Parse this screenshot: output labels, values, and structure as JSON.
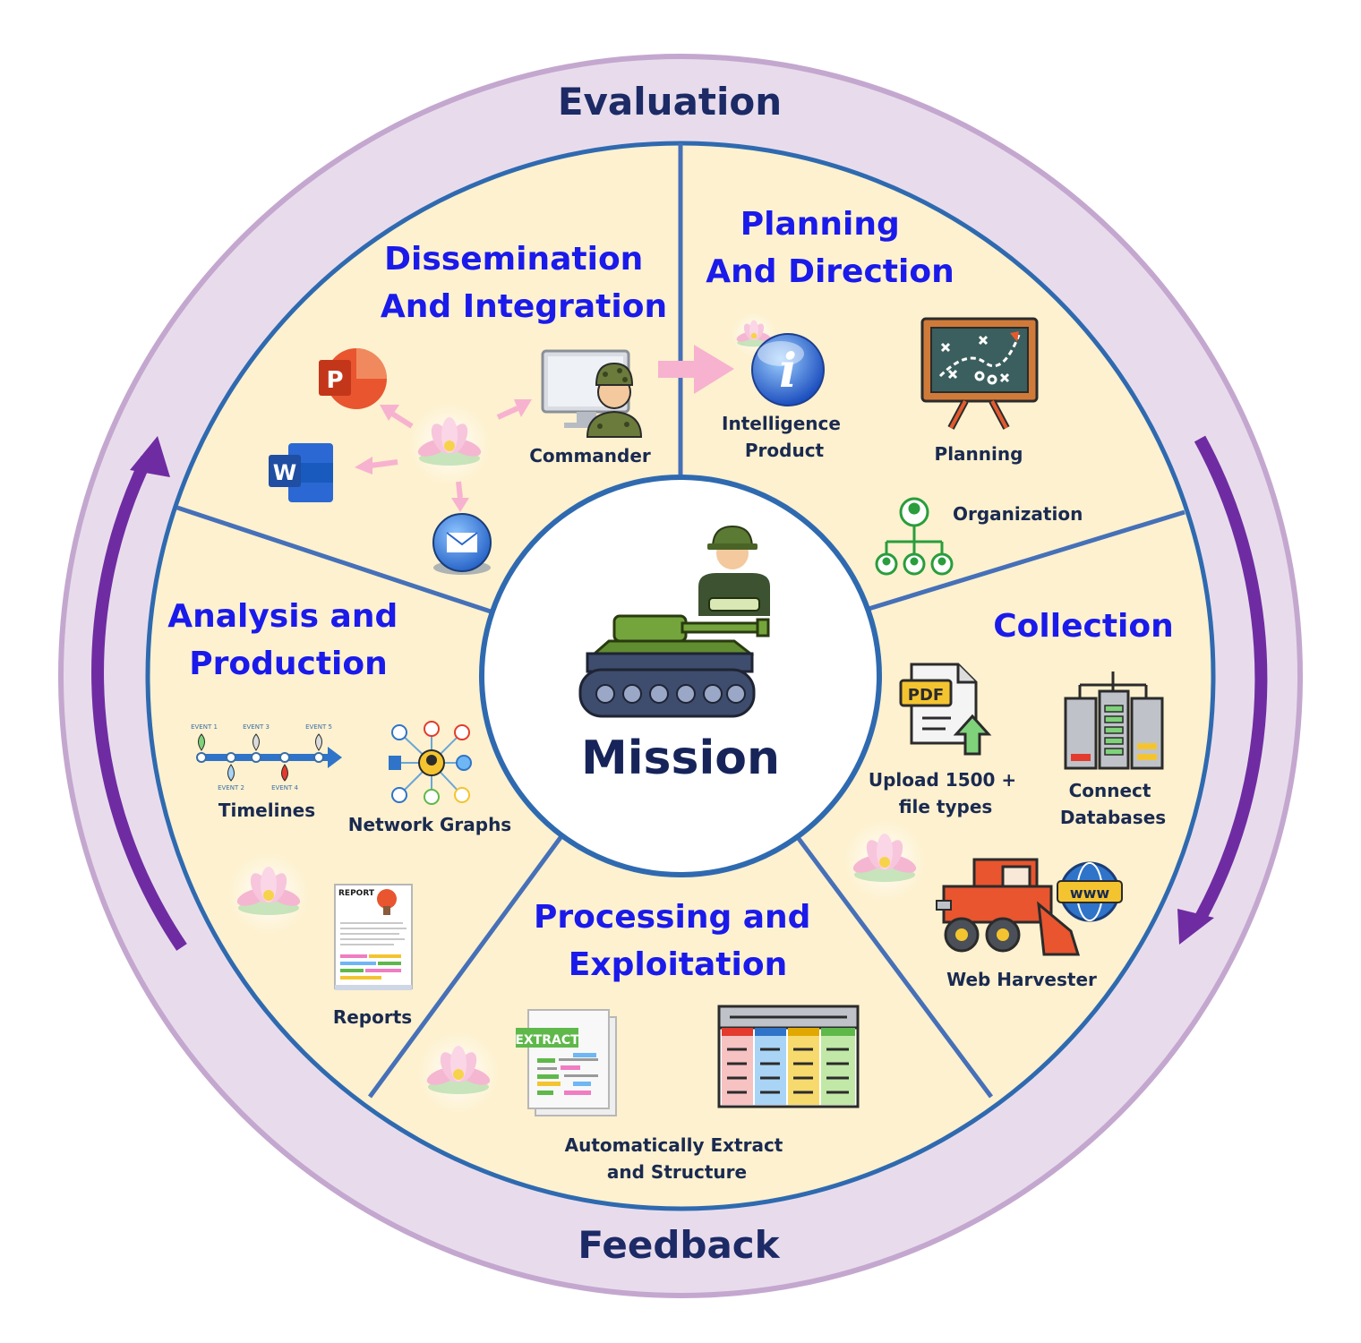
{
  "outer_ring": {
    "top_label": "Evaluation",
    "bottom_label": "Feedback"
  },
  "center": {
    "label": "Mission"
  },
  "sections": {
    "planning": {
      "title_lines": [
        "Planning",
        "And Direction"
      ]
    },
    "collection": {
      "title": "Collection"
    },
    "processing": {
      "title_lines": [
        "Processing and",
        "Exploitation"
      ]
    },
    "analysis": {
      "title_lines": [
        "Analysis and",
        "Production"
      ]
    },
    "dissemination": {
      "title_lines": [
        "Dissemination",
        "And Integration"
      ]
    }
  },
  "items": {
    "intelligence_product": [
      "Intelligence",
      "Product"
    ],
    "planning": "Planning",
    "organization": "Organization",
    "upload": [
      "Upload  1500 +",
      "file types"
    ],
    "connect_databases": [
      "Connect",
      "Databases"
    ],
    "web_harvester": "Web Harvester",
    "extract": [
      "Automatically  Extract",
      "and Structure"
    ],
    "timelines": "Timelines",
    "network_graphs": "Network Graphs",
    "reports": "Reports",
    "commander": "Commander"
  },
  "badges": {
    "pdf": "PDF",
    "www": "www",
    "extract": "EXTRACT",
    "report": "REPORT",
    "powerpoint": "P",
    "word": "W",
    "info": "i"
  },
  "timeline_events": [
    "EVENT 1",
    "EVENT 2",
    "EVENT 3",
    "EVENT 4",
    "EVENT 5"
  ],
  "icons": [
    "lotus-icon",
    "soldier-icon",
    "tank-icon",
    "info-icon",
    "planning-board-icon",
    "org-chart-icon",
    "pdf-upload-icon",
    "server-icon",
    "harvester-icon",
    "globe-icon",
    "extract-document-icon",
    "table-icon",
    "timeline-icon",
    "network-graph-icon",
    "report-icon",
    "powerpoint-icon",
    "word-icon",
    "mail-icon",
    "computer-icon",
    "arrow-icon"
  ],
  "colors": {
    "ring": "#e8dcec",
    "ring_border": "#c4a7cf",
    "wheel": "#fdf1cf",
    "divider": "#4670b8",
    "title": "#1a1aeb",
    "ring_text": "#1c2a66",
    "cycle_arrow": "#6f2ca2",
    "flow_arrow": "#f7b2cf"
  }
}
